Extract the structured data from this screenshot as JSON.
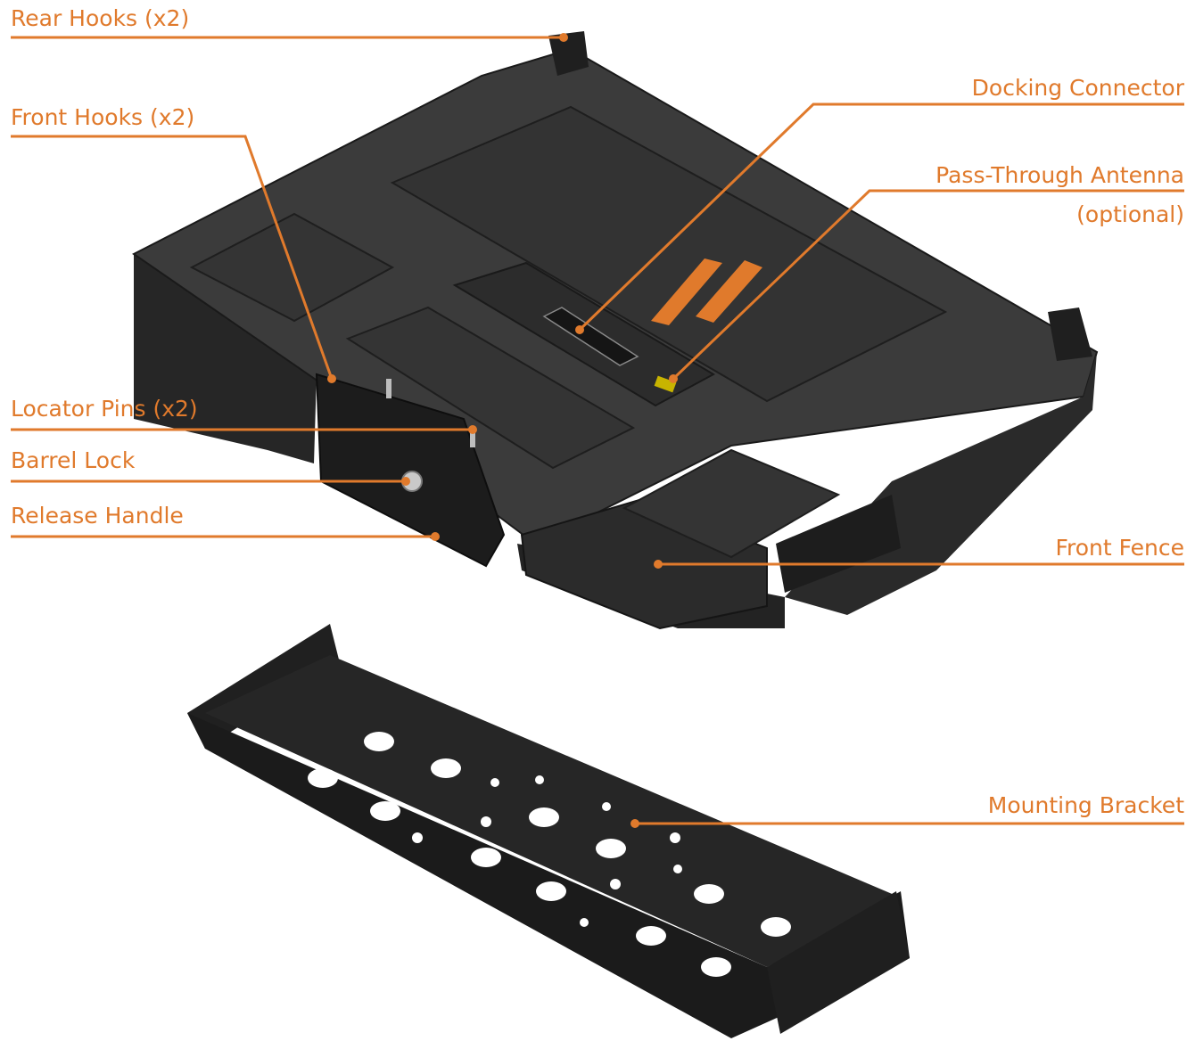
{
  "colors": {
    "accent": "#e07a2c",
    "dock_body": "#2f2f2f",
    "dock_top": "#3a3a3a",
    "bracket": "#1e1e1e"
  },
  "labels": {
    "rear_hooks": "Rear Hooks (x2)",
    "front_hooks": "Front Hooks (x2)",
    "locator_pins": "Locator Pins (x2)",
    "barrel_lock": "Barrel Lock",
    "release_handle": "Release Handle",
    "docking_connector": "Docking Connector",
    "antenna_line1": "Pass-Through Antenna",
    "antenna_line2": "(optional)",
    "front_fence": "Front Fence",
    "mounting_bracket": "Mounting Bracket"
  }
}
